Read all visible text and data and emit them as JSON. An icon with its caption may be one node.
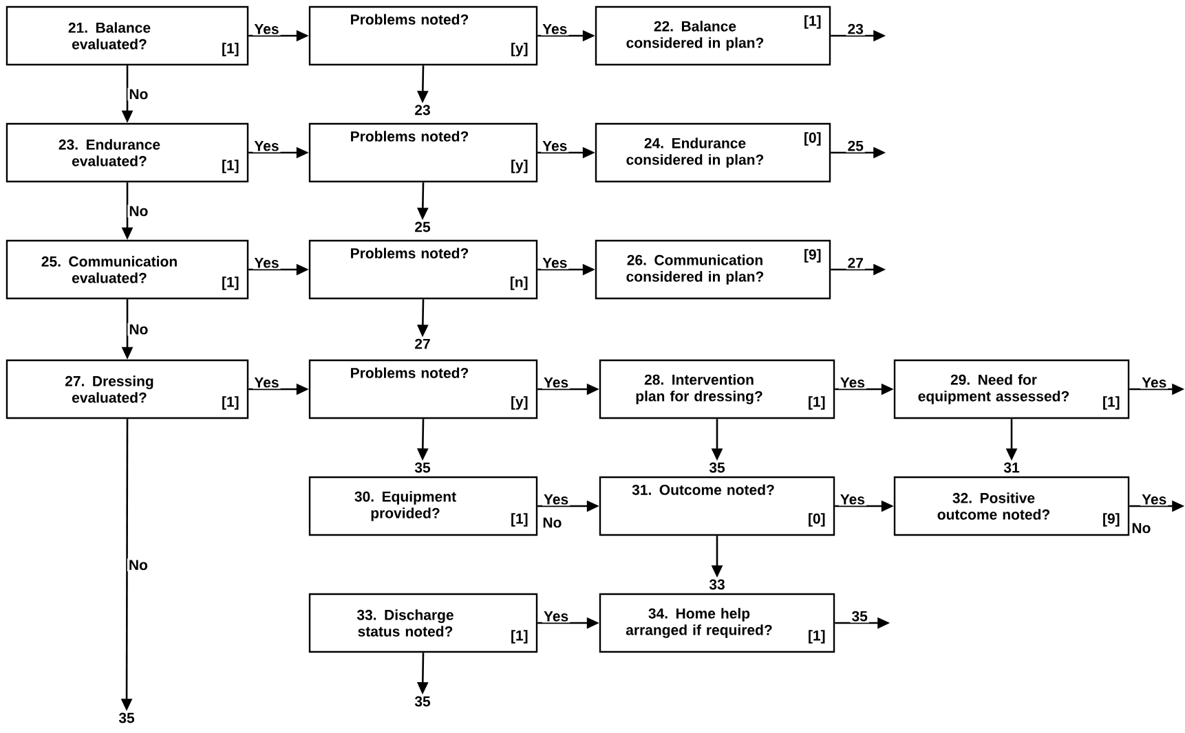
{
  "diagram": {
    "nodes": [
      {
        "text": [
          "21. Balance evaluated?",
          "[1]"
        ]
      },
      {
        "text": [
          "Problems noted?",
          "[y]"
        ]
      },
      {
        "text": [
          "22. Balance considered in plan?",
          "[1]"
        ]
      },
      {
        "text": [
          "23"
        ]
      },
      {
        "text": [
          "23. Endurance evaluated?",
          "[1]"
        ]
      },
      {
        "text": [
          "Problems noted?",
          "[y]"
        ]
      },
      {
        "text": [
          "24. Endurance considered in plan?",
          "[0]"
        ]
      },
      {
        "text": [
          "25"
        ]
      },
      {
        "text": [
          "25. Communication evaluated?",
          "[1]"
        ]
      },
      {
        "text": [
          "Problems noted?",
          "[n]"
        ]
      },
      {
        "text": [
          "26. Communication considered in plan?",
          "[9]"
        ]
      },
      {
        "text": [
          "27"
        ]
      },
      {
        "text": [
          "27. Dressing evaluated?",
          "[1]"
        ]
      },
      {
        "text": [
          "Problems noted?",
          "[y]"
        ]
      },
      {
        "text": [
          "28. Intervention plan for dressing?",
          "[1]"
        ]
      },
      {
        "text": [
          "29. Need for equipment assessed?",
          "[1]"
        ]
      },
      {
        "text": [
          "35"
        ]
      },
      {
        "text": [
          "35"
        ]
      },
      {
        "text": [
          "31"
        ]
      },
      {
        "text": [
          "30. Equipment provided?",
          "[1]"
        ]
      },
      {
        "text": [
          "31. Outcome noted?",
          "[0]"
        ]
      },
      {
        "text": [
          "32. Positive outcome noted?",
          "[9]"
        ]
      },
      {
        "text": [
          "33"
        ]
      },
      {
        "text": [
          "33. Discharge status noted?",
          "[1]"
        ]
      },
      {
        "text": [
          "34. Home help arranged if required?",
          "[1]"
        ]
      },
      {
        "text": [
          "35"
        ]
      },
      {
        "text": [
          "35"
        ]
      }
    ],
    "edges": [
      {
        "from": 0,
        "to": 1,
        "arrow": "to",
        "label": "Yes"
      },
      {
        "from": 1,
        "to": 2,
        "arrow": "to",
        "label": "Yes"
      },
      {
        "from": 2,
        "to": null,
        "arrow": "to",
        "label": "23"
      },
      {
        "from": 0,
        "to": 4,
        "arrow": "to",
        "label": "No"
      },
      {
        "from": 1,
        "to": 3,
        "arrow": "to"
      },
      {
        "from": 4,
        "to": 5,
        "arrow": "to",
        "label": "Yes"
      },
      {
        "from": 5,
        "to": 6,
        "arrow": "to",
        "label": "Yes"
      },
      {
        "from": 6,
        "to": null,
        "arrow": "to",
        "label": "25"
      },
      {
        "from": 4,
        "to": 8,
        "arrow": "to",
        "label": "No"
      },
      {
        "from": 5,
        "to": 7,
        "arrow": "to"
      },
      {
        "from": 8,
        "to": 9,
        "arrow": "to",
        "label": "Yes"
      },
      {
        "from": 9,
        "to": 10,
        "arrow": "to",
        "label": "Yes"
      },
      {
        "from": 10,
        "to": null,
        "arrow": "to",
        "label": "27"
      },
      {
        "from": 8,
        "to": 12,
        "arrow": "to",
        "label": "No"
      },
      {
        "from": 9,
        "to": 11,
        "arrow": "to"
      },
      {
        "from": 12,
        "to": 13,
        "arrow": "to",
        "label": "Yes"
      },
      {
        "from": 13,
        "to": 14,
        "arrow": "to",
        "label": "Yes"
      },
      {
        "from": 14,
        "to": 15,
        "arrow": "to",
        "label": "Yes"
      },
      {
        "from": 15,
        "to": null,
        "arrow": "to",
        "label": "Yes"
      },
      {
        "from": 12,
        "to": 26,
        "arrow": "to",
        "label": "No"
      },
      {
        "from": 13,
        "to": 16,
        "arrow": "to"
      },
      {
        "from": 14,
        "to": 17,
        "arrow": "to"
      },
      {
        "from": 15,
        "to": 18,
        "arrow": "to"
      },
      {
        "from": 19,
        "to": 20,
        "arrow": "to",
        "label": "Yes"
      },
      {
        "from": 20,
        "to": 21,
        "arrow": "to",
        "label": "Yes"
      },
      {
        "from": 21,
        "to": null,
        "arrow": "to",
        "label": "Yes"
      },
      {
        "from": 20,
        "to": 22,
        "arrow": "to"
      },
      {
        "from": 23,
        "to": 24,
        "arrow": "to",
        "label": "Yes"
      },
      {
        "from": 24,
        "to": null,
        "arrow": "to",
        "label": "35"
      },
      {
        "from": 23,
        "to": 25,
        "arrow": "to"
      }
    ],
    "labels": [
      "No",
      "No"
    ]
  }
}
